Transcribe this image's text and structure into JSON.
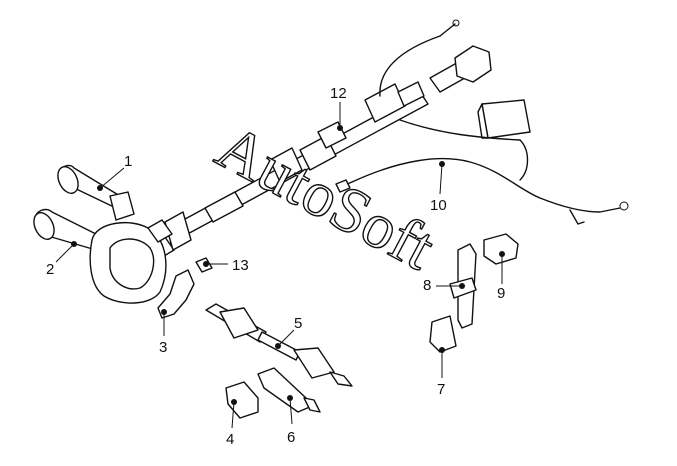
{
  "watermark": {
    "text": "AutoSoft"
  },
  "callouts": [
    {
      "id": "1",
      "label": "1"
    },
    {
      "id": "2",
      "label": "2"
    },
    {
      "id": "3",
      "label": "3"
    },
    {
      "id": "4",
      "label": "4"
    },
    {
      "id": "5",
      "label": "5"
    },
    {
      "id": "6",
      "label": "6"
    },
    {
      "id": "7",
      "label": "7"
    },
    {
      "id": "8",
      "label": "8"
    },
    {
      "id": "9",
      "label": "9"
    },
    {
      "id": "10",
      "label": "10"
    },
    {
      "id": "12",
      "label": "12"
    },
    {
      "id": "13",
      "label": "13"
    }
  ]
}
